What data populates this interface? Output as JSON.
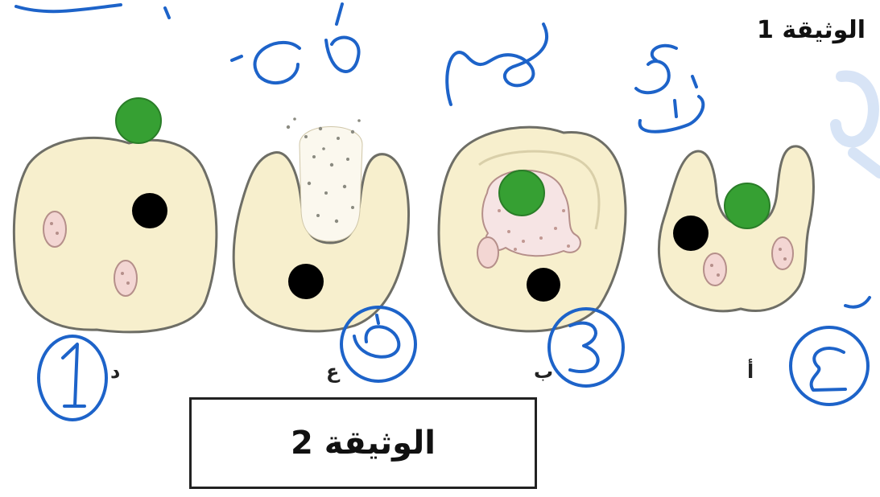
{
  "document_title": "الوثيقة 1",
  "caption": "الوثيقة 2",
  "stage_letters": {
    "d": "د",
    "e": "ع",
    "b": "ب",
    "a": "أ"
  },
  "colors": {
    "cell_fill": "#f7efcd",
    "cell_stroke": "#6e6e66",
    "particle": "#36a033",
    "nucleus": "#000000",
    "lysosome": "#f3d6d3",
    "handwriting": "#1d63c9"
  }
}
